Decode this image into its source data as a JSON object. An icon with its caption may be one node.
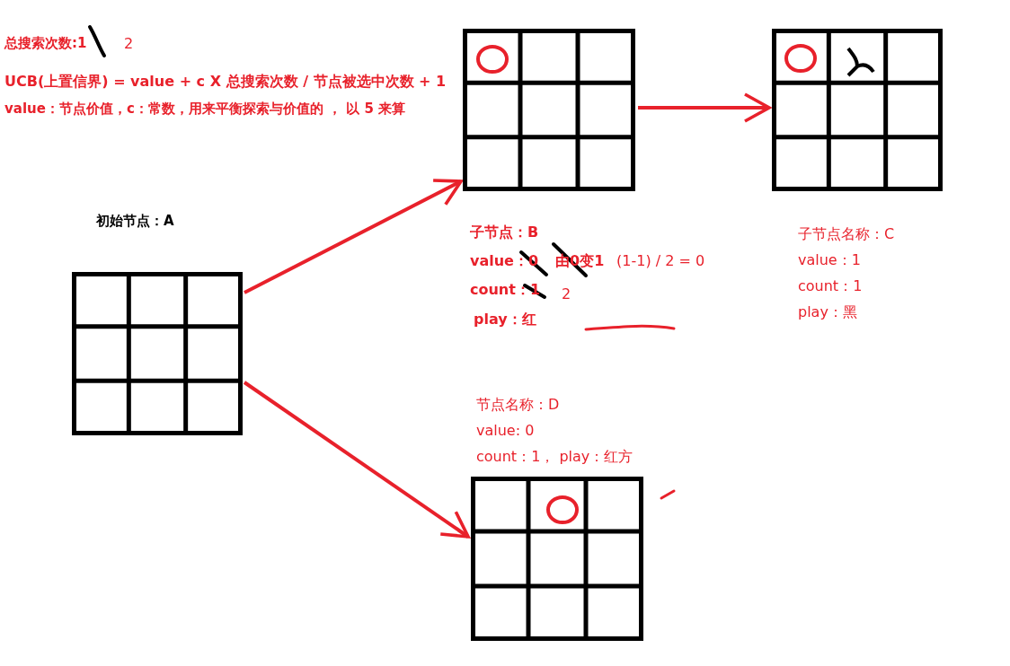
{
  "diagram": {
    "nodes": [
      {
        "text": [],
        "shape": "box",
        "beside": [
          "初始节点：A"
        ]
      },
      {
        "text": [],
        "shape": "box",
        "beside": [
          "子节点：B",
          "value：0",
          "由0变1",
          "(1-1) / 2 = 0",
          "count：1",
          "2",
          "play：红"
        ]
      },
      {
        "text": [],
        "shape": "box",
        "beside": [
          "子节点名称：C",
          "value：1",
          "count：1",
          "play：黑"
        ]
      },
      {
        "text": [],
        "shape": "box",
        "beside": [
          "节点名称：D",
          "value: 0",
          "count：1， play：红方"
        ]
      }
    ],
    "edges": [
      {
        "from": 0,
        "to": 1,
        "arrow": "to"
      },
      {
        "from": 1,
        "to": 2,
        "arrow": "to"
      },
      {
        "from": 0,
        "to": 3,
        "arrow": "to"
      }
    ],
    "labels": [
      "总搜索次数:1",
      "2",
      "UCB(上置信界) = value + c X 总搜索次数 / 节点被选中次数 + 1",
      "value：节点价值，c：常数，用来平衡探索与价值的 ， 以 5 来算"
    ]
  }
}
